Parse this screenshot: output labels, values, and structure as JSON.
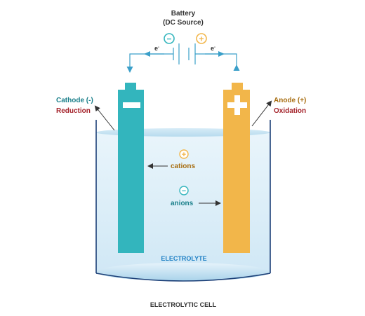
{
  "battery": {
    "title": "Battery",
    "subtitle": "(DC Source)",
    "negative_symbol": "−",
    "positive_symbol": "+",
    "electron_label_left": "e",
    "electron_label_right": "e",
    "electron_superscript": "-"
  },
  "cathode": {
    "name": "Cathode (-)",
    "process": "Reduction",
    "symbol": "−"
  },
  "anode": {
    "name": "Anode (+)",
    "process": "Oxidation",
    "symbol": "+"
  },
  "ions": {
    "cation_symbol": "+",
    "cation_label": "cations",
    "anion_symbol": "−",
    "anion_label": "anions"
  },
  "electrolyte_label": "ELECTROLYTE",
  "caption": "ELECTROLYTIC CELL",
  "colors": {
    "teal": "#33b5bd",
    "orange": "#f2b64a",
    "wire": "#3a9fc9",
    "cathode_text": "#1a7f8a",
    "process_text": "#a4222a",
    "anode_text": "#a86e12",
    "beaker_outline": "#1c3f77",
    "electrolyte_text": "#1d7fc4",
    "dark_text": "#333333"
  }
}
